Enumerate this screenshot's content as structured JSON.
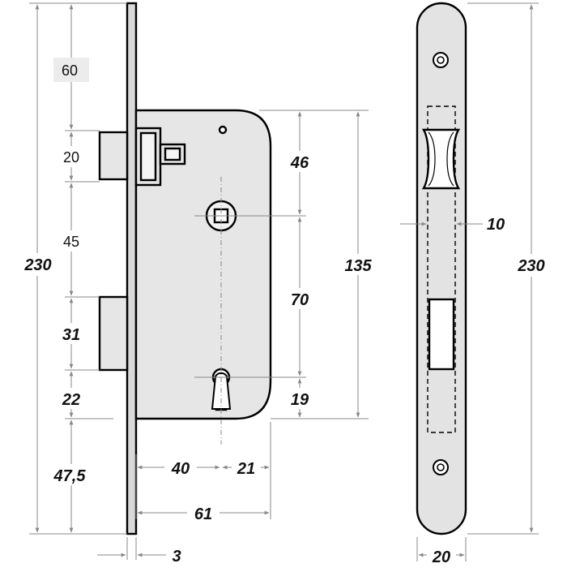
{
  "drawing": {
    "colors": {
      "lock_body": "#e6e6e6",
      "faceplate": "#d9d9d9",
      "strike_plate": "#e3e3e3",
      "outline": "#000000",
      "dimension_line": "#888888",
      "background": "#ffffff"
    },
    "left_stack_labels": {
      "d60": "60",
      "d20": "20",
      "d45": "45",
      "d31": "31",
      "d22": "22",
      "d47_5": "47,5"
    },
    "overall_height_left": "230",
    "body_dims": {
      "d46": "46",
      "d70": "70",
      "d19": "19",
      "d135": "135"
    },
    "bottom_dims": {
      "d40": "40",
      "d21": "21",
      "d61": "61",
      "d3": "3"
    },
    "side_view": {
      "thickness": "10",
      "height": "230",
      "width": "20"
    }
  }
}
